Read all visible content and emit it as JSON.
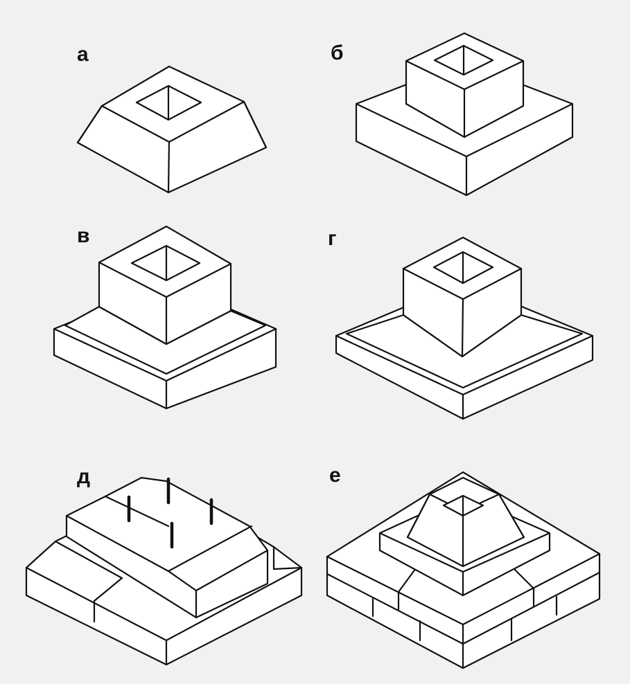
{
  "panels": [
    {
      "id": "a",
      "label": "а"
    },
    {
      "id": "b",
      "label": "б"
    },
    {
      "id": "v",
      "label": "в"
    },
    {
      "id": "g",
      "label": "г"
    },
    {
      "id": "d",
      "label": "д"
    },
    {
      "id": "e",
      "label": "е"
    }
  ],
  "colors": {
    "background": "#f1f1f1",
    "face": "#ffffff",
    "stroke": "#111111"
  }
}
